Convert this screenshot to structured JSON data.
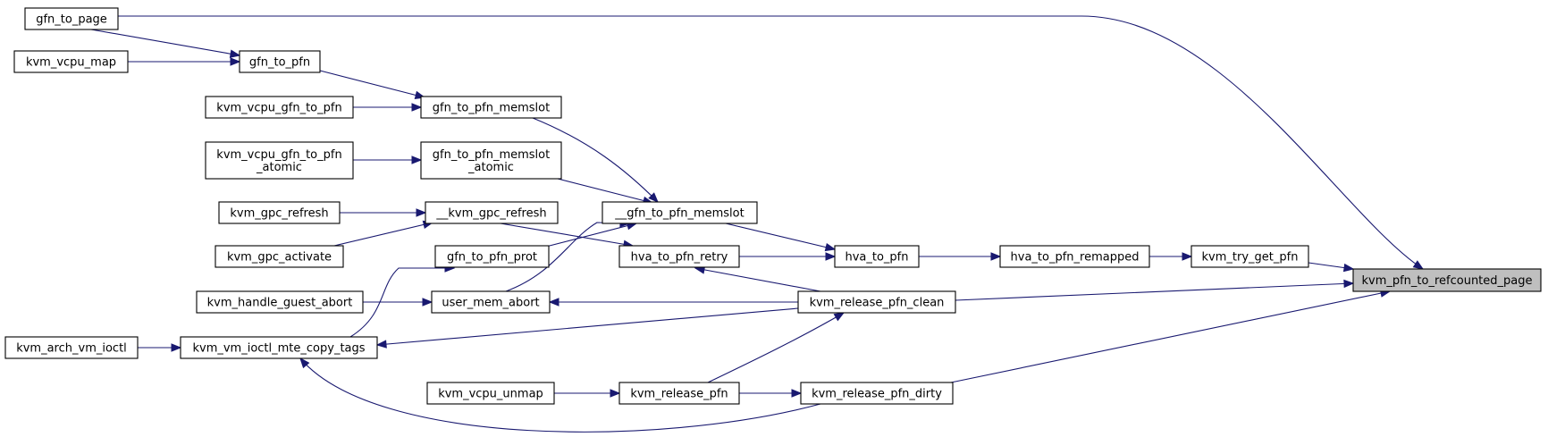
{
  "colors": {
    "edge": "#191970",
    "node_fill": "#ffffff",
    "root_fill": "#bfbfbf",
    "border": "#000000"
  },
  "graph": {
    "root": "kvm_pfn_to_refcounted_page",
    "nodes": [
      {
        "id": "root",
        "lines": [
          "kvm_pfn_to_refcounted_page"
        ]
      },
      {
        "id": "gfn_to_page",
        "lines": [
          "gfn_to_page"
        ]
      },
      {
        "id": "kvm_vcpu_map",
        "lines": [
          "kvm_vcpu_map"
        ]
      },
      {
        "id": "gfn_to_pfn",
        "lines": [
          "gfn_to_pfn"
        ]
      },
      {
        "id": "kvm_vcpu_gfn_to_pfn",
        "lines": [
          "kvm_vcpu_gfn_to_pfn"
        ]
      },
      {
        "id": "gfn_to_pfn_memslot",
        "lines": [
          "gfn_to_pfn_memslot"
        ]
      },
      {
        "id": "kvm_vcpu_gfn_to_pfn_atomic",
        "lines": [
          "kvm_vcpu_gfn_to_pfn",
          "_atomic"
        ]
      },
      {
        "id": "gfn_to_pfn_memslot_atomic",
        "lines": [
          "gfn_to_pfn_memslot",
          "_atomic"
        ]
      },
      {
        "id": "kvm_gpc_refresh",
        "lines": [
          "kvm_gpc_refresh"
        ]
      },
      {
        "id": "__kvm_gpc_refresh",
        "lines": [
          "__kvm_gpc_refresh"
        ]
      },
      {
        "id": "__gfn_to_pfn_memslot",
        "lines": [
          "__gfn_to_pfn_memslot"
        ]
      },
      {
        "id": "kvm_gpc_activate",
        "lines": [
          "kvm_gpc_activate"
        ]
      },
      {
        "id": "gfn_to_pfn_prot",
        "lines": [
          "gfn_to_pfn_prot"
        ]
      },
      {
        "id": "hva_to_pfn_retry",
        "lines": [
          "hva_to_pfn_retry"
        ]
      },
      {
        "id": "hva_to_pfn",
        "lines": [
          "hva_to_pfn"
        ]
      },
      {
        "id": "hva_to_pfn_remapped",
        "lines": [
          "hva_to_pfn_remapped"
        ]
      },
      {
        "id": "kvm_try_get_pfn",
        "lines": [
          "kvm_try_get_pfn"
        ]
      },
      {
        "id": "kvm_handle_guest_abort",
        "lines": [
          "kvm_handle_guest_abort"
        ]
      },
      {
        "id": "user_mem_abort",
        "lines": [
          "user_mem_abort"
        ]
      },
      {
        "id": "kvm_release_pfn_clean",
        "lines": [
          "kvm_release_pfn_clean"
        ]
      },
      {
        "id": "kvm_arch_vm_ioctl",
        "lines": [
          "kvm_arch_vm_ioctl"
        ]
      },
      {
        "id": "kvm_vm_ioctl_mte_copy_tags",
        "lines": [
          "kvm_vm_ioctl_mte_copy_tags"
        ]
      },
      {
        "id": "kvm_vcpu_unmap",
        "lines": [
          "kvm_vcpu_unmap"
        ]
      },
      {
        "id": "kvm_release_pfn",
        "lines": [
          "kvm_release_pfn"
        ]
      },
      {
        "id": "kvm_release_pfn_dirty",
        "lines": [
          "kvm_release_pfn_dirty"
        ]
      }
    ],
    "edges": [
      [
        "gfn_to_page",
        "root"
      ],
      [
        "kvm_vcpu_map",
        "gfn_to_pfn"
      ],
      [
        "gfn_to_page",
        "gfn_to_pfn"
      ],
      [
        "gfn_to_pfn",
        "gfn_to_pfn_memslot"
      ],
      [
        "kvm_vcpu_gfn_to_pfn",
        "gfn_to_pfn_memslot"
      ],
      [
        "kvm_vcpu_gfn_to_pfn_atomic",
        "gfn_to_pfn_memslot_atomic"
      ],
      [
        "gfn_to_pfn_memslot",
        "__gfn_to_pfn_memslot"
      ],
      [
        "gfn_to_pfn_memslot_atomic",
        "__gfn_to_pfn_memslot"
      ],
      [
        "kvm_gpc_refresh",
        "__kvm_gpc_refresh"
      ],
      [
        "kvm_gpc_activate",
        "__kvm_gpc_refresh"
      ],
      [
        "gfn_to_pfn_prot",
        "__gfn_to_pfn_memslot"
      ],
      [
        "user_mem_abort",
        "__gfn_to_pfn_memslot"
      ],
      [
        "__kvm_gpc_refresh",
        "hva_to_pfn_retry"
      ],
      [
        "__gfn_to_pfn_memslot",
        "hva_to_pfn"
      ],
      [
        "hva_to_pfn_retry",
        "hva_to_pfn"
      ],
      [
        "hva_to_pfn",
        "hva_to_pfn_remapped"
      ],
      [
        "hva_to_pfn_remapped",
        "kvm_try_get_pfn"
      ],
      [
        "kvm_try_get_pfn",
        "root"
      ],
      [
        "kvm_release_pfn_clean",
        "root"
      ],
      [
        "kvm_release_pfn_dirty",
        "root"
      ],
      [
        "kvm_handle_guest_abort",
        "user_mem_abort"
      ],
      [
        "kvm_release_pfn_clean",
        "hva_to_pfn_retry"
      ],
      [
        "kvm_release_pfn_clean",
        "user_mem_abort"
      ],
      [
        "kvm_arch_vm_ioctl",
        "kvm_vm_ioctl_mte_copy_tags"
      ],
      [
        "kvm_vm_ioctl_mte_copy_tags",
        "gfn_to_pfn_prot"
      ],
      [
        "kvm_release_pfn_clean",
        "kvm_vm_ioctl_mte_copy_tags"
      ],
      [
        "kvm_release_pfn",
        "kvm_release_pfn_clean"
      ],
      [
        "kvm_vcpu_unmap",
        "kvm_release_pfn"
      ],
      [
        "kvm_release_pfn",
        "kvm_release_pfn_dirty"
      ],
      [
        "kvm_release_pfn_dirty",
        "kvm_vm_ioctl_mte_copy_tags"
      ]
    ]
  }
}
